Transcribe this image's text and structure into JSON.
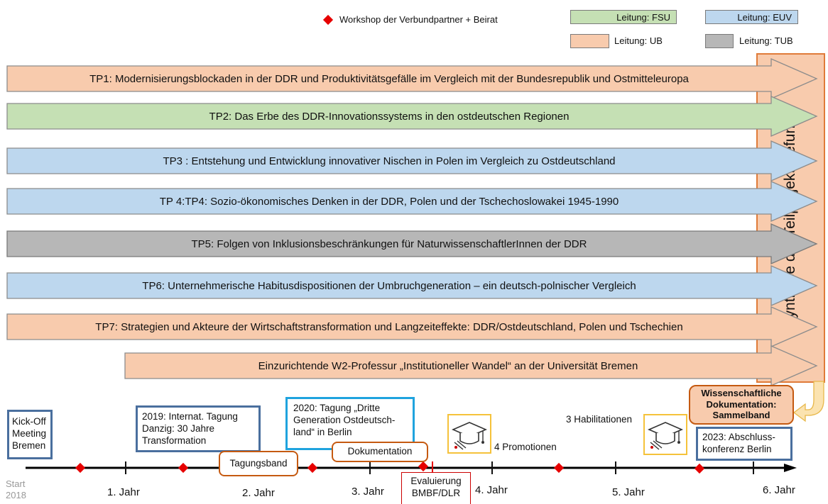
{
  "legend": {
    "workshop": "Workshop der Verbundpartner + Beirat",
    "fsu": "Leitung: FSU",
    "euv": "Leitung: EUV",
    "ub": "Leitung: UB",
    "tub": "Leitung: TUB"
  },
  "colors": {
    "ub_fill": "#f8cbad",
    "fsu_fill": "#c5e0b4",
    "euv_fill": "#bdd7ee",
    "tub_fill": "#b7b7b7",
    "synthesis_fill": "#f8cbad",
    "milestone": "#e60000"
  },
  "projects": [
    {
      "label": "TP1: Modernisierungsblockaden  in der DDR und Produktivitätsgefälle im Vergleich mit der Bundesrepublik und Ostmitteleuropa",
      "lead": "UB"
    },
    {
      "label": "TP2: Das Erbe des DDR-Innovationssystems  in den ostdeutschen  Regionen",
      "lead": "FSU"
    },
    {
      "label": "TP3 : Entstehung und Entwicklung innovativer Nischen in Polen im Vergleich zu Ostdeutschland",
      "lead": "EUV"
    },
    {
      "label": "TP 4:TP4: Sozio-ökonomisches  Denken in der DDR, Polen und der Tschechoslowakei 1945-1990",
      "lead": "EUV"
    },
    {
      "label": "TP5: Folgen von Inklusionsbeschränkungen  für NaturwissenschaftlerInnen der DDR",
      "lead": "TUB"
    },
    {
      "label": "TP6: Unternehmerische Habitusdispositionen der Umbruchgeneration – ein deutsch-polnischer Vergleich",
      "lead": "EUV"
    },
    {
      "label": "TP7: Strategien und Akteure der Wirtschaftstransformation und Langzeiteffekte: DDR/Ostdeutschland, Polen und Tschechien",
      "lead": "UB"
    },
    {
      "label": "Einzurichtende W2-Professur „Institutioneller Wandel“ an der Universität Bremen",
      "lead": "UB"
    }
  ],
  "synthesis": "Synthese der Teilprojekt-Befunde",
  "timeline": {
    "start": [
      "Start",
      "2018"
    ],
    "years": [
      "1. Jahr",
      "2. Jahr",
      "3. Jahr",
      "4. Jahr",
      "5. Jahr",
      "6. Jahr"
    ]
  },
  "events": {
    "kickoff": [
      "Kick-Off",
      "Meeting",
      "Bremen"
    ],
    "tagung2019": [
      "2019: Internat. Tagung",
      "Danzig: 30 Jahre",
      "Transformation"
    ],
    "tagungsband": "Tagungsband",
    "tagung2020": [
      "2020: Tagung „Dritte",
      "Generation Ostdeutsch-",
      "land“ in Berlin"
    ],
    "dokumentation": "Dokumentation",
    "evaluierung": [
      "Evaluierung",
      "BMBF/DLR"
    ],
    "promotionen": "4 Promotionen",
    "habilitationen": "3 Habilitationen",
    "wiss_doku": [
      "Wissenschaftliche",
      "Dokumentation:",
      "Sammelband"
    ],
    "abschluss": [
      "2023: Abschluss-",
      "konferenz Berlin"
    ]
  }
}
